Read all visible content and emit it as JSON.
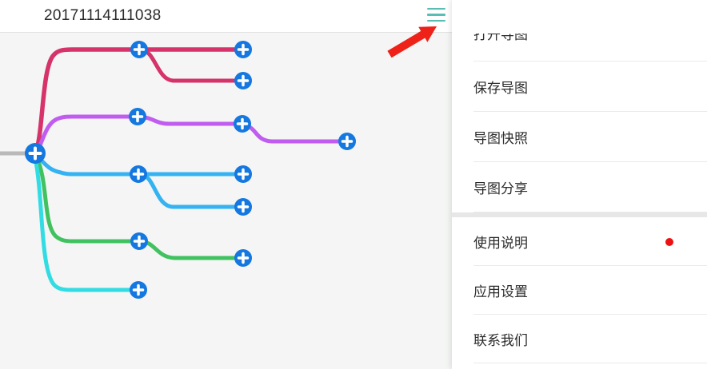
{
  "header": {
    "title": "20171114111038"
  },
  "toolbar": {
    "hamburger_icon": "menu-icon",
    "hamburger_color": "#58bdb2"
  },
  "menu": {
    "items": [
      {
        "label": "打开导图"
      },
      {
        "label": "保存导图"
      },
      {
        "label": "导图快照"
      },
      {
        "label": "导图分享"
      },
      {
        "label": "使用说明",
        "badge": "red-dot"
      },
      {
        "label": "应用设置"
      },
      {
        "label": "联系我们"
      }
    ],
    "badge_color": "#ee1111"
  },
  "map": {
    "type": "mindmap",
    "node_count": 13,
    "colors": {
      "node": "#1478e0",
      "node_plus": "#ffffff",
      "feeder": "#b9b9b9",
      "red": "#d5336a",
      "purple": "#c05cf0",
      "blue": "#35b2f2",
      "green": "#41c260",
      "cyan": "#31dce2"
    }
  },
  "annotation": {
    "arrow_color": "#ee2218"
  }
}
